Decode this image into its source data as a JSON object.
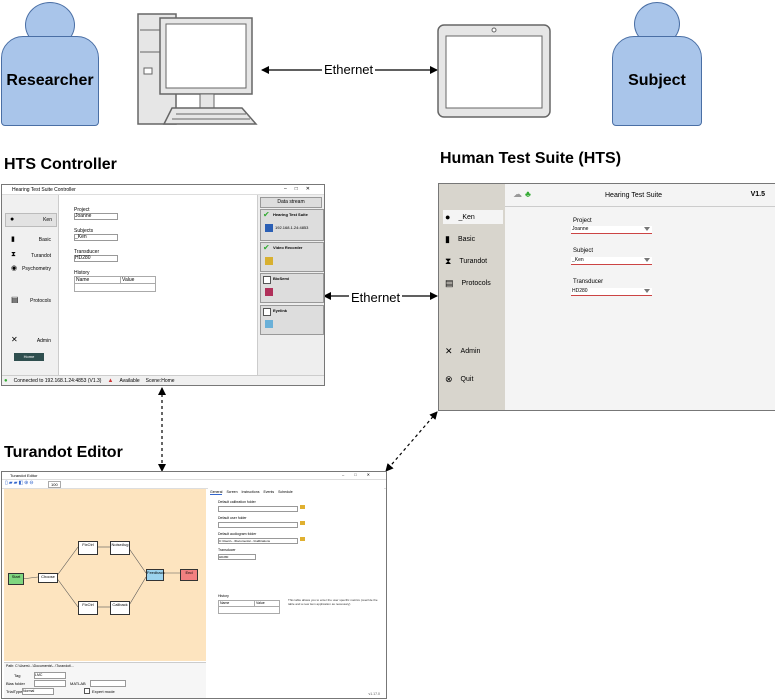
{
  "actors": {
    "researcher": "Researcher",
    "subject": "Subject"
  },
  "headings": {
    "controller": "HTS Controller",
    "hts": "Human Test Suite (HTS)",
    "editor": "Turandot Editor"
  },
  "edges": {
    "ethernet_top": "Ethernet",
    "ethernet_mid": "Ethernet"
  },
  "controller_window": {
    "title": "Hearing Test Suite Controller",
    "nav": [
      "Ken",
      "Basic",
      "Turandot",
      "Psychometry",
      "Protocols",
      "Admin"
    ],
    "home_button": "Home",
    "project_label": "Project",
    "project_value": "Joanne",
    "subjects_label": "Subjects",
    "subject_value": "_Ken",
    "transducer_label": "Transducer",
    "transducer_value": "HD280",
    "history_label": "History",
    "history_cols": [
      "Name",
      "Value"
    ],
    "data_stream": "Data stream",
    "plugins": [
      "Hearing Test Suite",
      "Video Recorder",
      "BioSemi",
      "Eyelink"
    ],
    "plugin_ip": "192.168.1.24:4853",
    "status": "Connected to 192.168.1.24:4853 (V1.3)",
    "status_available": "Available",
    "status_scene": "Scene:Home"
  },
  "hts_window": {
    "title": "Hearing Test Suite",
    "version": "V1.5",
    "nav": [
      "_Ken",
      "Basic",
      "Turandot",
      "Protocols",
      "Admin",
      "Quit"
    ],
    "project_label": "Project",
    "project_value": "Joanne",
    "subject_label": "Subject",
    "subject_value": "_Ken",
    "transducer_label": "Transducer",
    "transducer_value": "HD280"
  },
  "editor_window": {
    "title": "Turandot Editor",
    "zoom": "100",
    "tabs": [
      "General",
      "Screen",
      "Instructions",
      "Events",
      "Schedule"
    ],
    "cal_label": "Default calibration folder",
    "user_label": "Default user folder",
    "out_label": "Default audiogram folder",
    "out_value": "C:\\Users\\...\\Documents\\...\\Calibrations",
    "transducer_label": "Transducer",
    "transducer_value": "HD280",
    "history_label": "History",
    "history_cols": [
      "Name",
      "Value"
    ],
    "help_text": "This table allows you to enter the user specific metrics (override the table and a new item application as necessary)",
    "path": "Path: C:\\Users\\...\\Documents\\...\\Turandot\\...",
    "tag_label": "Tag",
    "tag_value": "LMC",
    "bias_label": "Bias folder",
    "matlab_label": "MATLAB",
    "expert_label": "Expert mode",
    "trial_label": "TrialType",
    "trial_value": "Normal",
    "version": "v1.17.0",
    "nodes": [
      "Start",
      "Choose",
      "FixCtrl",
      "FixCtrl",
      "NoiseAvg",
      "Callback",
      "Feedback",
      "End"
    ]
  }
}
